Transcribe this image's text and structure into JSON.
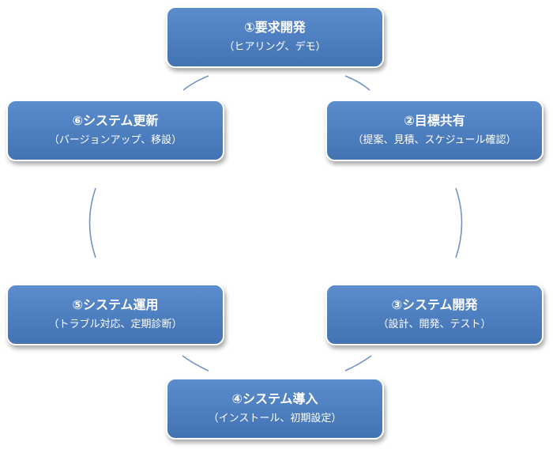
{
  "steps": [
    {
      "title": "①要求開発",
      "subtitle": "（ヒアリング、デモ）"
    },
    {
      "title": "②目標共有",
      "subtitle": "（提案、見積、スケジュール確認）"
    },
    {
      "title": "③システム開発",
      "subtitle": "（設計、開発、テスト）"
    },
    {
      "title": "④システム導入",
      "subtitle": "（インストール、初期設定）"
    },
    {
      "title": "⑤システム運用",
      "subtitle": "（トラブル対応、定期診断）"
    },
    {
      "title": "⑥システム更新",
      "subtitle": "（バージョンアップ、移設）"
    }
  ],
  "colors": {
    "box_fill": "#4f81bd",
    "box_border": "#ffffff",
    "text": "#ffffff",
    "connector": "#6f95c8"
  }
}
